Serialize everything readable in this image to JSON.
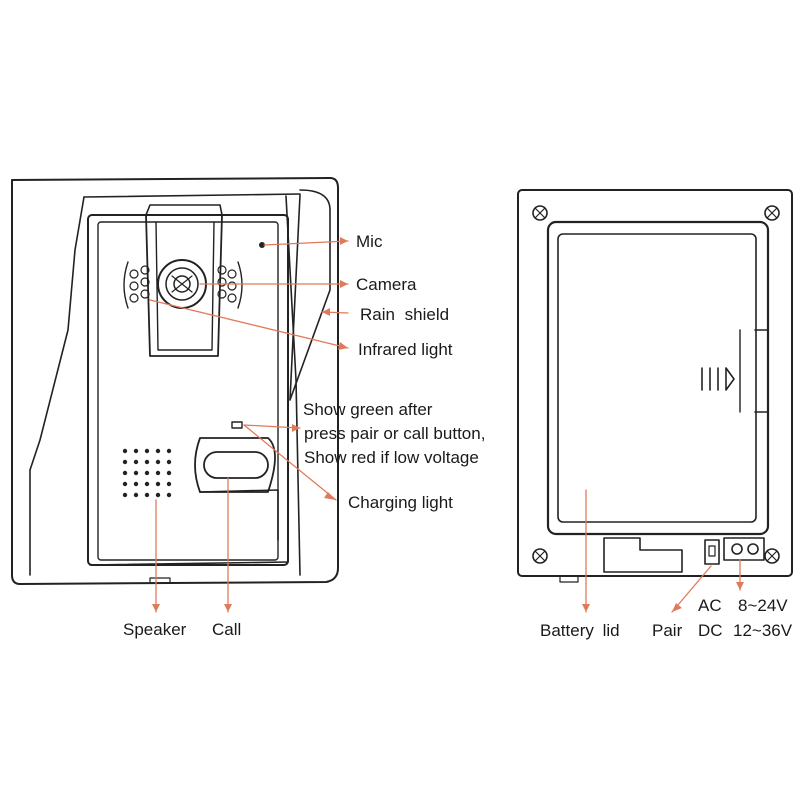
{
  "labels": {
    "mic": "Mic",
    "camera": "Camera",
    "rain_shield": "Rain shield",
    "infrared_light": "Infrared light",
    "indicator_line1": "Show green after",
    "indicator_line2": "press pair or call button,",
    "indicator_line3": "Show red if low voltage",
    "charging_light": "Charging light",
    "speaker": "Speaker",
    "call": "Call",
    "battery_lid": "Battery lid",
    "pair": "Pair",
    "ac": "AC",
    "ac_voltage": "8~24V",
    "dc": "DC",
    "dc_voltage": "12~36V"
  },
  "colors": {
    "outline": "#222222",
    "leader_line": "#e07a5a",
    "text": "#1a1a1a"
  }
}
